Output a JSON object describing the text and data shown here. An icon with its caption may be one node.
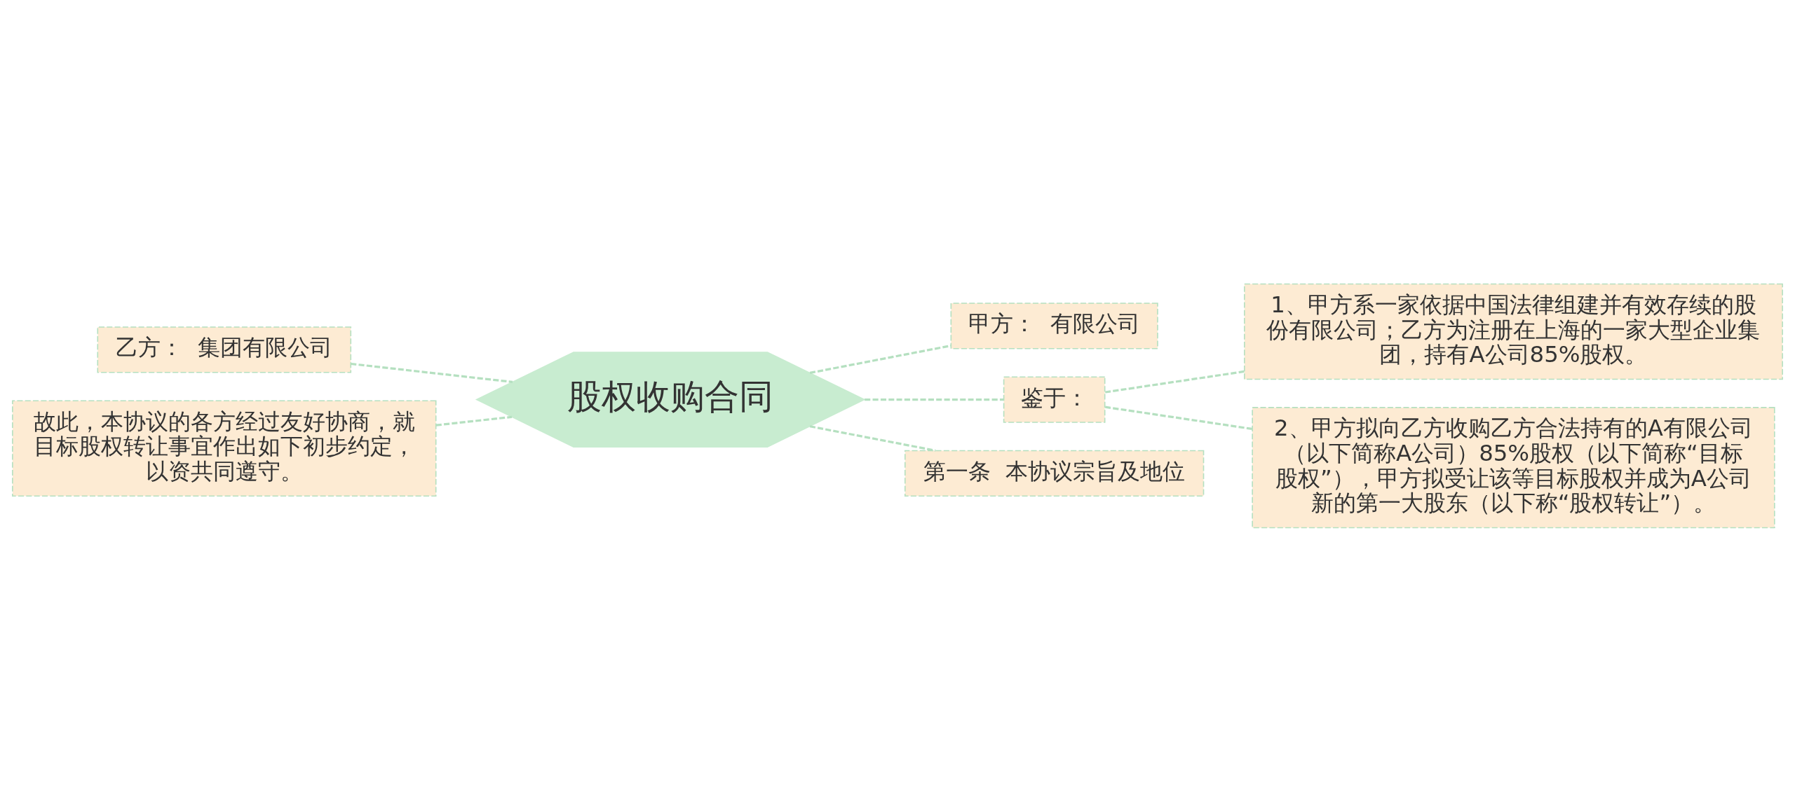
{
  "diagram": {
    "nodes": [
      {
        "text": [
          "股权收购合同"
        ]
      },
      {
        "text": [
          "甲方：  有限公司"
        ]
      },
      {
        "text": [
          "鉴于："
        ]
      },
      {
        "text": [
          "1、甲方系一家依据中国法律组建并有效存续的股份有限公司；乙方为注册在上海的一家大型企业集团，持有A公司85%股权。"
        ]
      },
      {
        "text": [
          "2、甲方拟向乙方收购乙方合法持有的A有限公司（以下简称A公司）85%股权（以下简称“目标股权”），甲方拟受让该等目标股权并成为A公司新的第一大股东（以下称“股权转让”）。"
        ]
      },
      {
        "text": [
          "第一条  本协议宗旨及地位"
        ]
      },
      {
        "text": [
          "乙方：  集团有限公司"
        ]
      },
      {
        "text": [
          "故此，本协议的各方经过友好协商，就目标股权转让事宜作出如下初步约定，以资共同遵守。"
        ]
      }
    ],
    "edges": [
      {
        "from": 0,
        "to": 1,
        "arrow": "none"
      },
      {
        "from": 0,
        "to": 2,
        "arrow": "none"
      },
      {
        "from": 2,
        "to": 3,
        "arrow": "none"
      },
      {
        "from": 2,
        "to": 4,
        "arrow": "none"
      },
      {
        "from": 0,
        "to": 5,
        "arrow": "none"
      },
      {
        "from": 0,
        "to": 6,
        "arrow": "none"
      },
      {
        "from": 0,
        "to": 7,
        "arrow": "none"
      }
    ]
  }
}
